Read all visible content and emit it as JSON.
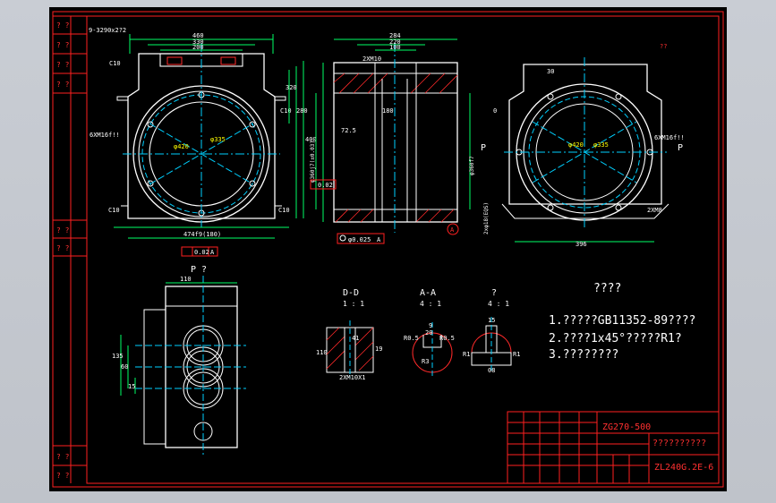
{
  "colors": {
    "background": "#000000",
    "frame": "#ff2020",
    "outline": "#ffffff",
    "center_line": "#00d0ff",
    "dimension": "#00ff66",
    "hatch": "#ff2a2a",
    "text": "#ffffff",
    "yellow_text": "#ffff00",
    "viewer_bg": "#c9ccd2"
  },
  "drawing": {
    "title_spec": "ZG270-500",
    "drawing_no": "ZL240G.2E-6",
    "title_part": "??????????",
    "notes_header": "????",
    "notes": [
      "1.?????GB11352-89????",
      "2.????1x45°?????R1?",
      "3.????????"
    ],
    "section_labels": {
      "dd": "D-D",
      "dd_scale": "1 : 1",
      "aa": "A-A",
      "aa_scale": "4 : 1",
      "q": "?",
      "q_scale": "4 : 1",
      "p_view": "P   ?"
    },
    "front_view": {
      "dims": {
        "width_460": "460",
        "width_330": "330",
        "width_200": "200",
        "top_note": "9-3290x2?2",
        "bottom": "474f9(180)",
        "hole_label": "6XM16f!!",
        "c10": "C10",
        "d420": "φ420",
        "d335": "φ335",
        "h400": "400",
        "h280": "280",
        "h320": "320",
        "flatness": "0.02",
        "ref_a": "A"
      }
    },
    "side_view": {
      "dims": {
        "width_284": "284",
        "width_220": "220",
        "width_100": "100",
        "w180": "180",
        "d725": "72.5",
        "thread": "2XM10",
        "dia_d": "φ360j7(±0.03)",
        "dia_d2": "φ360f7",
        "ref": "A",
        "concentric": "φ0.025",
        "tol_box": "0.02"
      }
    },
    "right_view": {
      "dims": {
        "d420": "φ420",
        "d335": "φ335",
        "bottom": "396",
        "hole": "6XM16f!!",
        "p": "P",
        "thread2": "2XM8",
        "hole_l": "2xφ18(EQS)",
        "q": "??",
        "z30": "30",
        "z0": "0"
      }
    },
    "small_views": {
      "pview_h": "110",
      "d135": "135",
      "d60": "60",
      "d15": "15",
      "dd_110": "110",
      "dd_41": "41",
      "dd_19": "19",
      "dd_thread": "2XM10X1",
      "aa_r05a": "R0.5",
      "aa_r05b": "R0.5",
      "aa_9": "9",
      "aa_20": "20",
      "aa_r3": "R3",
      "q_15": "15",
      "q_r1a": "R1",
      "q_r1b": "R1",
      "q_08": "08"
    },
    "left_strip": [
      "? ?",
      "? ?",
      "? ?",
      "? ?",
      "? ?",
      "? ?",
      "? ?",
      "? ?"
    ]
  }
}
